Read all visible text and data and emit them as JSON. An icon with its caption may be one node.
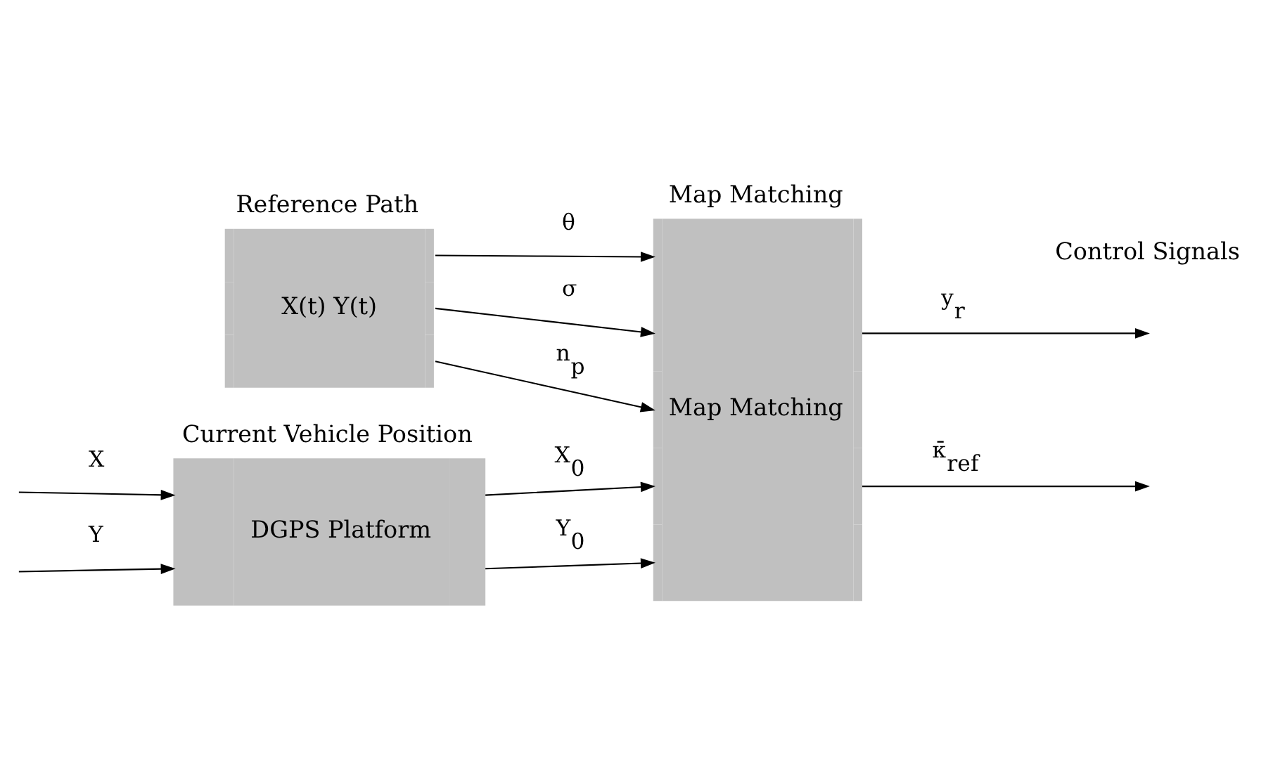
{
  "diagram": {
    "nodes": [
      {
        "text": [
          "Reference Path",
          "X(t) Y(t)"
        ]
      },
      {
        "text": [
          "Current Vehicle Position",
          "DGPS Platform"
        ]
      },
      {
        "text": [
          "Map Matching",
          "Map Matching"
        ]
      }
    ],
    "edges": [
      {
        "from": 0,
        "to": 2,
        "arrow": "to",
        "label": "θ"
      },
      {
        "from": 0,
        "to": 2,
        "arrow": "to",
        "label": "σ"
      },
      {
        "from": 0,
        "to": 2,
        "arrow": "to",
        "label": "n$_{p}$"
      },
      {
        "from": null,
        "to": 1,
        "arrow": "to",
        "label": "X"
      },
      {
        "from": null,
        "to": 1,
        "arrow": "to",
        "label": "Y"
      },
      {
        "from": 1,
        "to": 2,
        "arrow": "to",
        "label": "X$_{0}$"
      },
      {
        "from": 1,
        "to": 2,
        "arrow": "to",
        "label": "Y$_{0}$"
      },
      {
        "from": 2,
        "to": null,
        "arrow": "to",
        "label": "y$_{r}$"
      },
      {
        "from": 2,
        "to": null,
        "arrow": "to",
        "label": "κ̄$_{ref}$"
      }
    ],
    "labels": [
      "Control Signals"
    ]
  }
}
